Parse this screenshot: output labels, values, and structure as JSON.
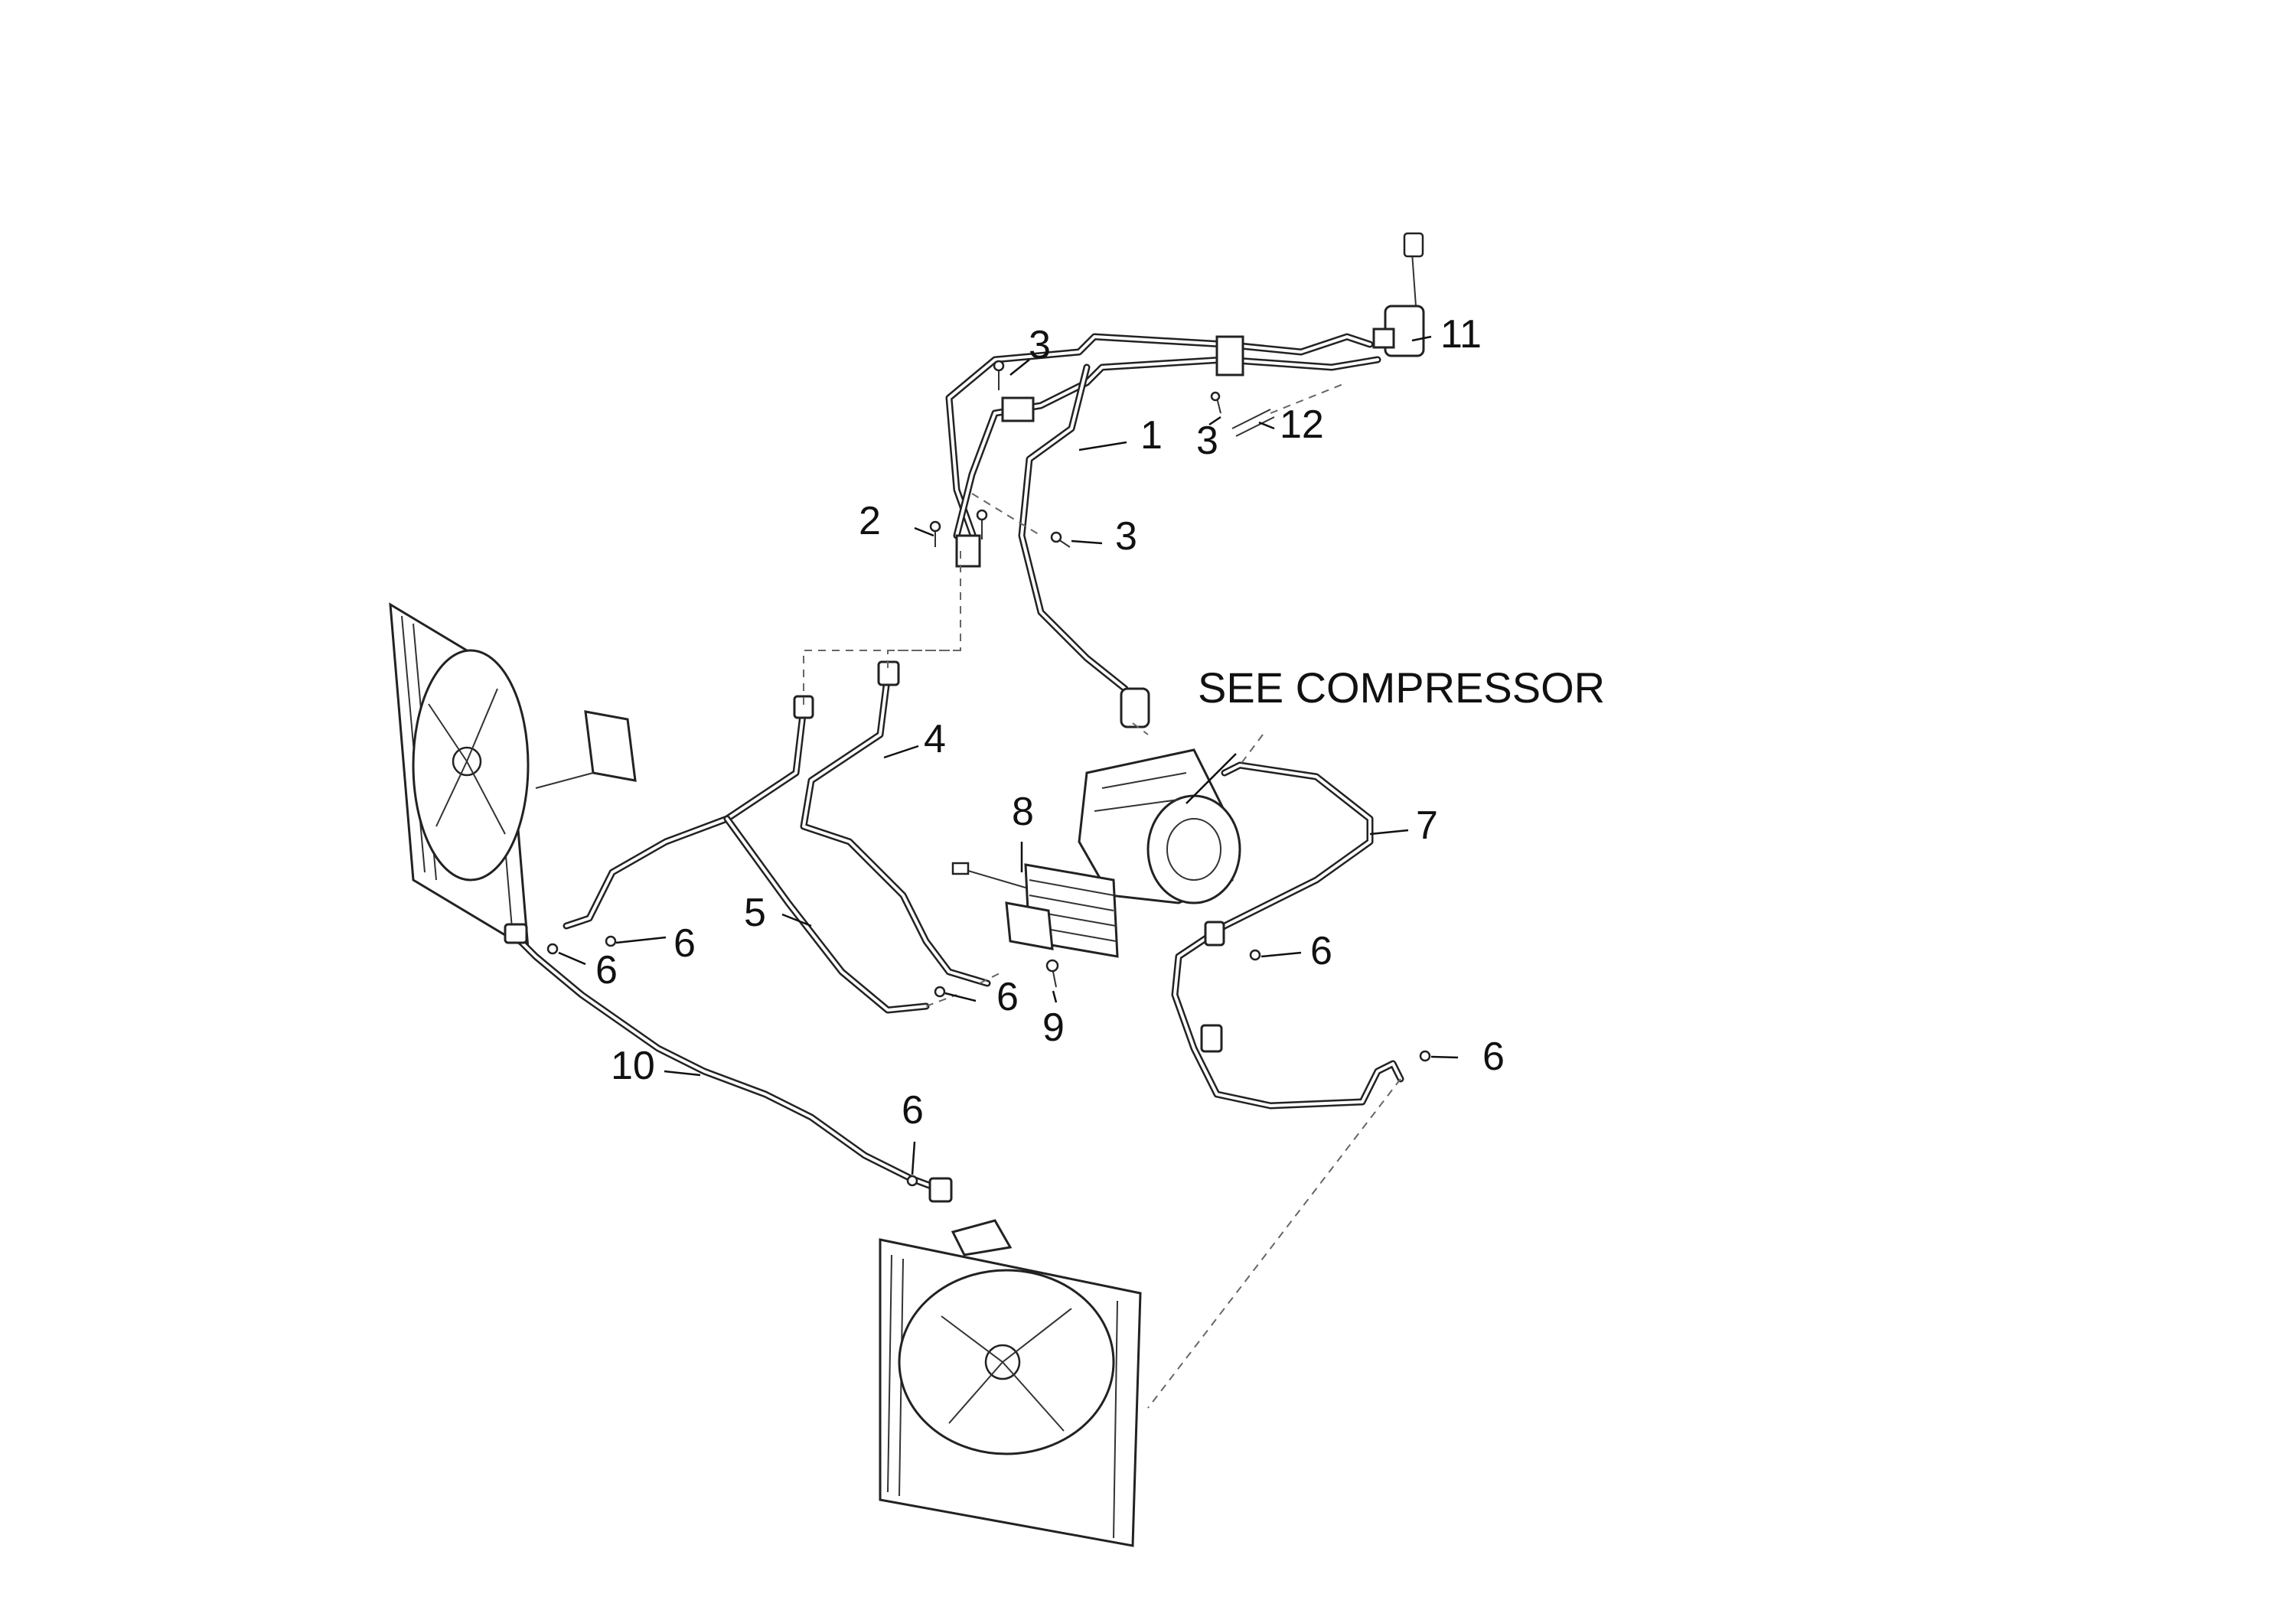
{
  "diagram": {
    "note": "SEE COMPRESSOR",
    "callouts": {
      "c1": "1",
      "c2": "2",
      "c3a": "3",
      "c3b": "3",
      "c3c": "3",
      "c4": "4",
      "c5": "5",
      "c6a": "6",
      "c6b": "6",
      "c6c": "6",
      "c6d": "6",
      "c6e": "6",
      "c6f": "6",
      "c7": "7",
      "c8": "8",
      "c9": "9",
      "c10": "10",
      "c11": "11",
      "c12": "12"
    }
  }
}
